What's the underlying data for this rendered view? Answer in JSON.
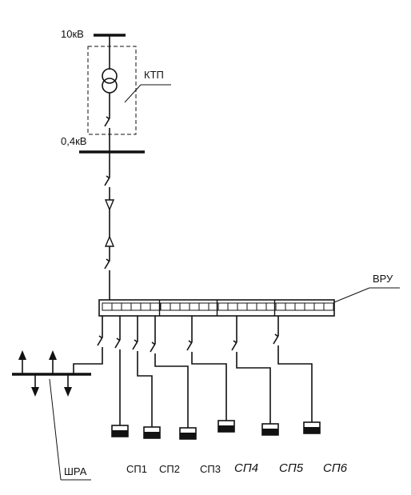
{
  "labels": {
    "hv": "10кВ",
    "lv": "0,4кВ",
    "ktp": "КТП",
    "vru": "ВРУ",
    "shra": "ШРА"
  },
  "consumers": [
    "СП1",
    "СП2",
    "СП3",
    "СП4",
    "СП5",
    "СП6"
  ]
}
